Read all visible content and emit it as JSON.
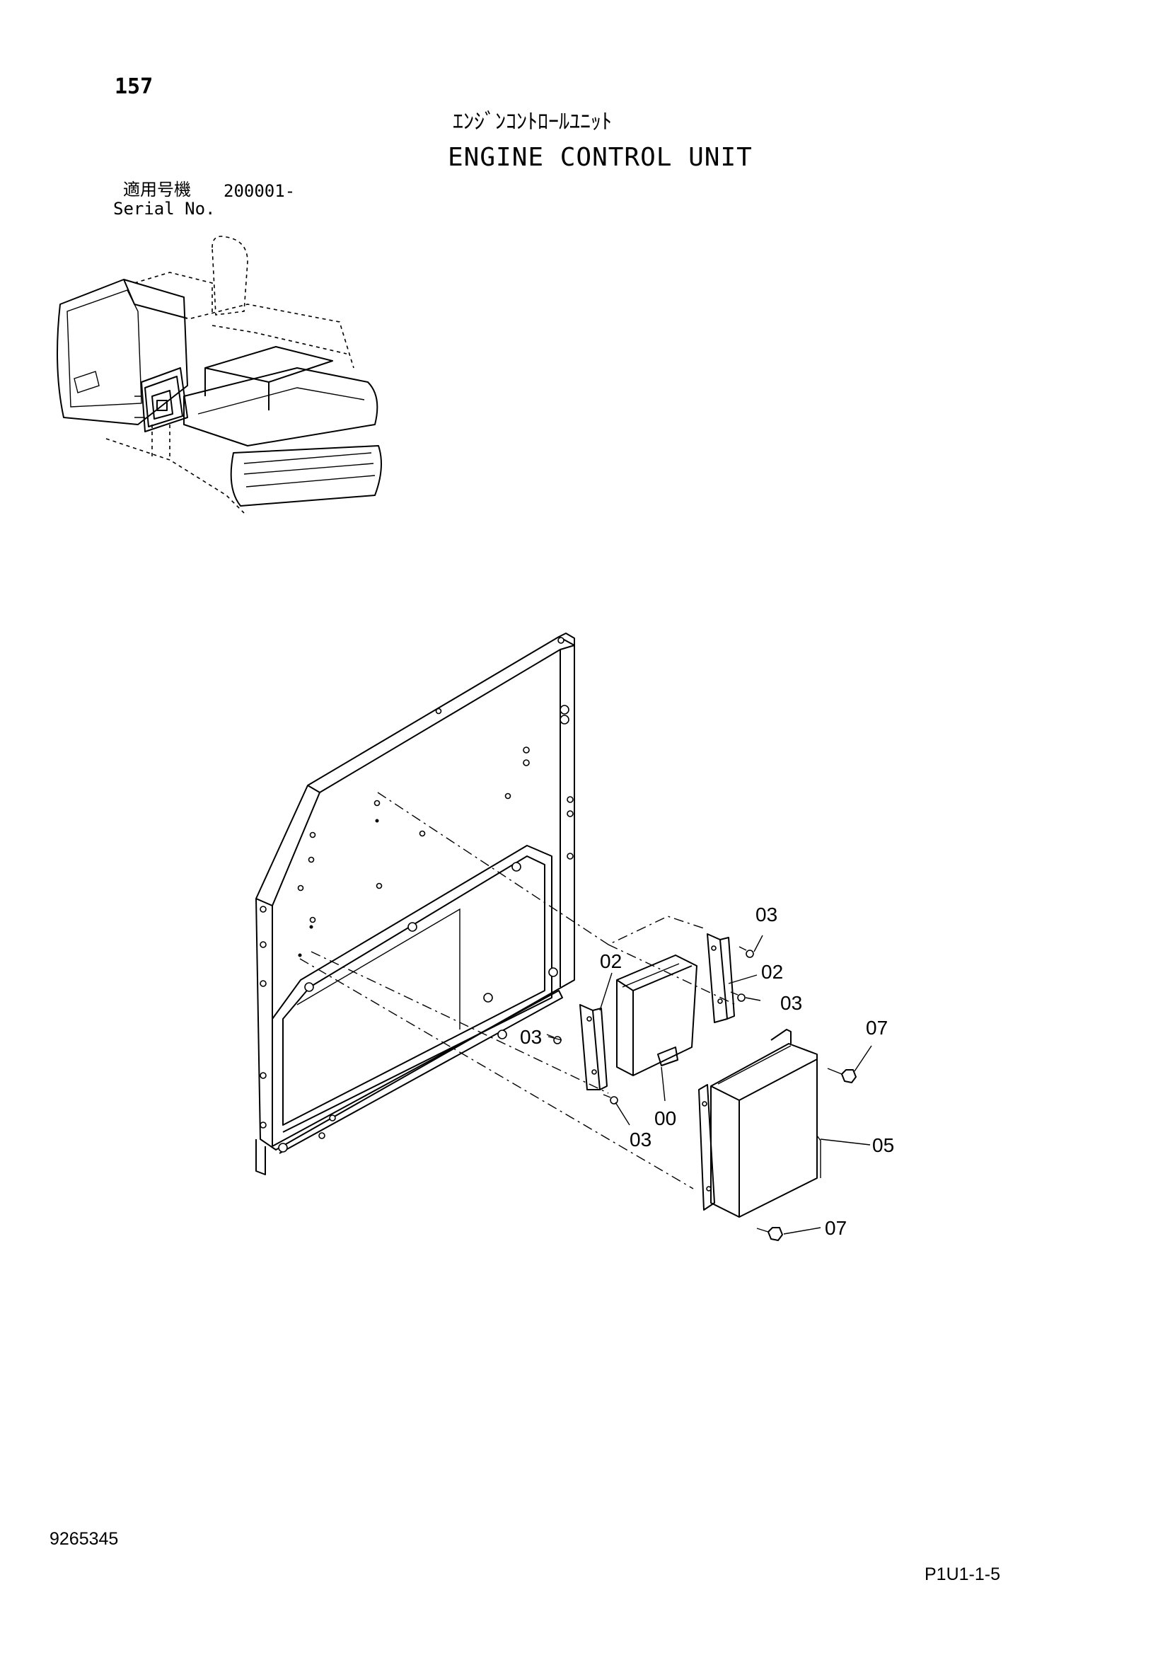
{
  "header": {
    "page_number": "157",
    "title_jp": "ｴﾝｼﾞﾝｺﾝﾄﾛｰﾙﾕﾆｯﾄ",
    "title_en": "ENGINE CONTROL UNIT",
    "serial_label_jp": "適用号機",
    "serial_value": "200001-",
    "serial_label_en": "Serial No."
  },
  "callouts": {
    "c00": "00",
    "c02a": "02",
    "c02b": "02",
    "c03a": "03",
    "c03b": "03",
    "c03c": "03",
    "c03d": "03",
    "c05": "05",
    "c07a": "07",
    "c07b": "07"
  },
  "footer": {
    "drawing_number": "9265345",
    "page_code": "P1U1-1-5"
  },
  "icons": {
    "overview": "excavator-overview-icon",
    "panel": "mounting-panel-icon",
    "ecu": "ecu-box-icon",
    "cover": "cover-box-icon",
    "screw": "screw-icon",
    "bolt": "bolt-icon",
    "bracket": "bracket-icon"
  }
}
